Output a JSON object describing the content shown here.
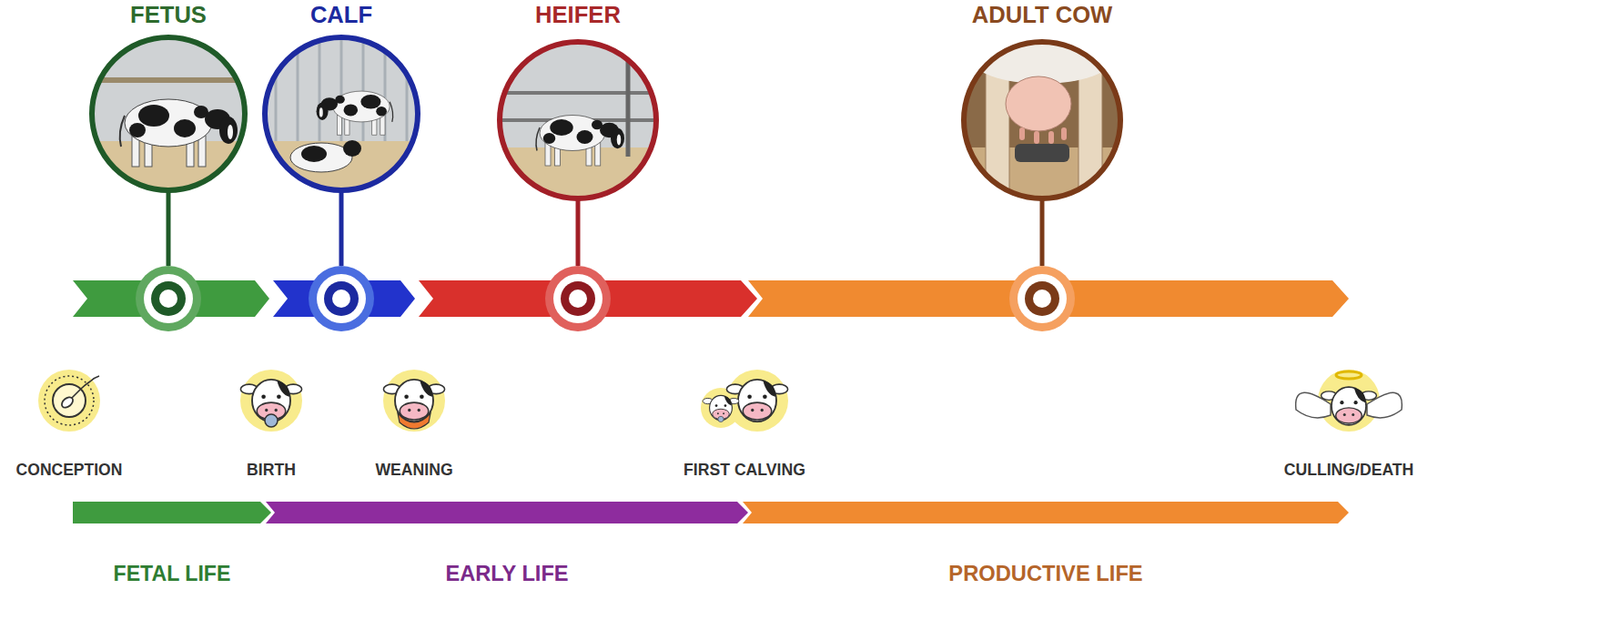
{
  "diagram": {
    "nodes": [
      {
        "text": [
          "FETUS"
        ]
      },
      {
        "text": [
          "CALF"
        ]
      },
      {
        "text": [
          "HEIFER"
        ]
      },
      {
        "text": [
          "ADULT COW"
        ]
      },
      {
        "text": [
          "CONCEPTION"
        ]
      },
      {
        "text": [
          "BIRTH"
        ]
      },
      {
        "text": [
          "WEANING"
        ]
      },
      {
        "text": [
          "FIRST CALVING"
        ]
      },
      {
        "text": [
          "CULLING/DEATH"
        ]
      },
      {
        "text": [
          "FETAL LIFE"
        ]
      },
      {
        "text": [
          "EARLY LIFE"
        ]
      },
      {
        "text": [
          "PRODUCTIVE LIFE"
        ]
      }
    ]
  }
}
